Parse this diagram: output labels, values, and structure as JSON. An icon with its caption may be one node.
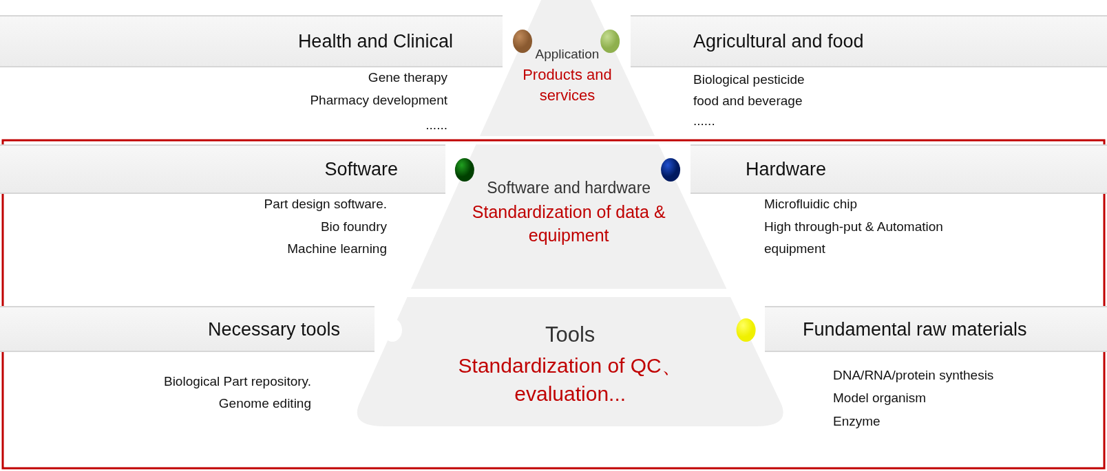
{
  "diagram": {
    "nodes": [
      {
        "text": [
          "Application",
          "Products and services"
        ]
      },
      {
        "text": [
          "Software and hardware",
          "Standardization of data & equipment"
        ]
      },
      {
        "text": [
          "Tools",
          "Standardization of QC、 evaluation..."
        ]
      },
      {
        "text": [
          "Health and Clinical"
        ],
        "beside": [
          "Gene therapy",
          "Pharmacy development",
          "......"
        ]
      },
      {
        "text": [
          "Agricultural and food"
        ],
        "beside": [
          "Biological pesticide",
          "food and beverage",
          "......"
        ]
      },
      {
        "text": [
          "Software"
        ],
        "beside": [
          "Part design software.",
          "Bio foundry",
          "Machine learning"
        ]
      },
      {
        "text": [
          "Hardware"
        ],
        "beside": [
          "Microfluidic chip",
          "High through-put & Automation equipment"
        ]
      },
      {
        "text": [
          "Necessary tools"
        ],
        "beside": [
          "Biological Part repository.",
          "Genome editing"
        ]
      },
      {
        "text": [
          "Fundamental raw materials"
        ],
        "beside": [
          "DNA/RNA/protein synthesis",
          "Model organism",
          "Enzyme"
        ]
      }
    ]
  }
}
